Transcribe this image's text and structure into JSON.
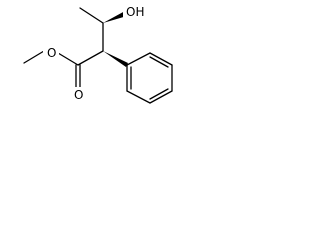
{
  "molecule": {
    "atoms": {
      "hydroxyl": "OH",
      "ester_ether_oxygen": "O",
      "carbonyl_oxygen": "O"
    },
    "colors": {
      "bond": "#000000",
      "background": "#ffffff"
    }
  }
}
